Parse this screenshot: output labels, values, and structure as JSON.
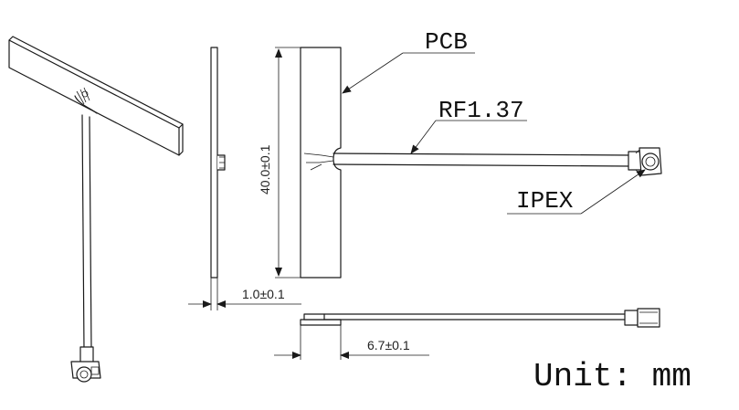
{
  "labels": {
    "pcb": "PCB",
    "cable": "RF1.37",
    "connector": "IPEX"
  },
  "dimensions": {
    "length": "40.0±0.1",
    "thickness": "1.0±0.1",
    "height": "6.7±0.1"
  },
  "unit": "Unit: mm"
}
